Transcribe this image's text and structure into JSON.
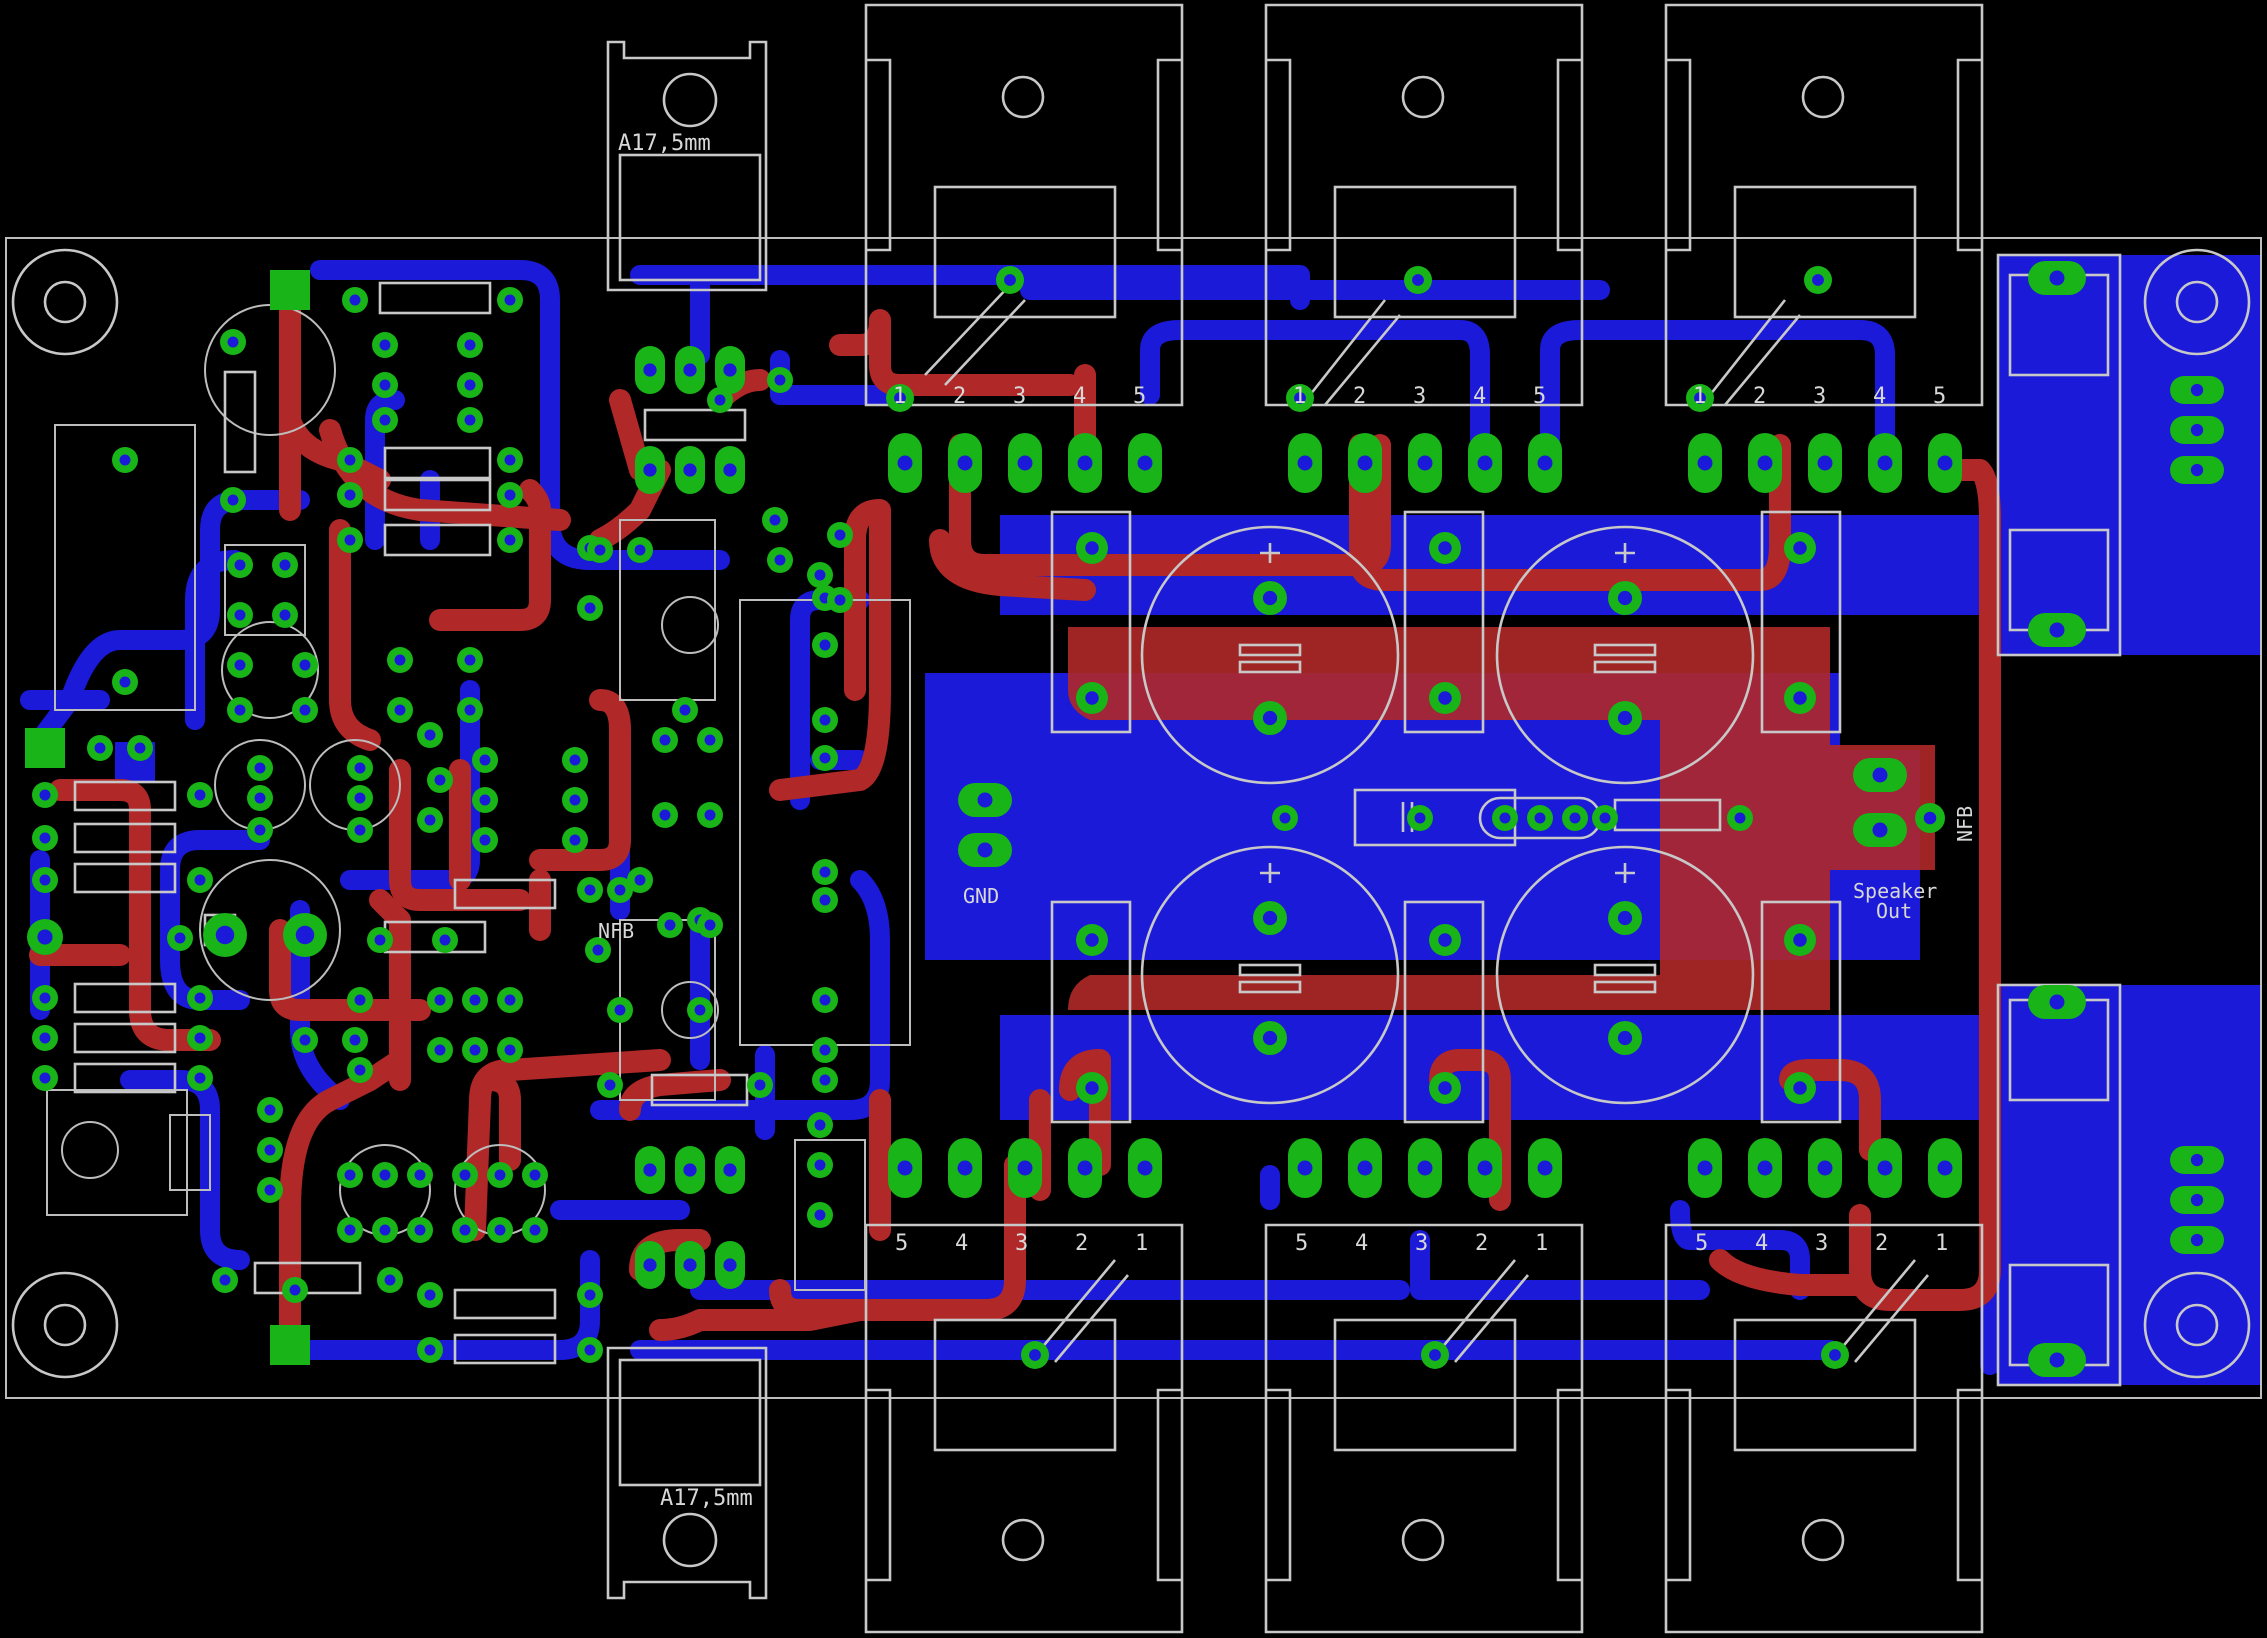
{
  "board": {
    "regulator_labels": [
      "A17,5mm",
      "A17,5mm"
    ],
    "transistor_pin_numbers_top": [
      "1",
      "2",
      "3",
      "4",
      "5"
    ],
    "transistor_pin_numbers_bottom": [
      "5",
      "4",
      "3",
      "2",
      "1"
    ],
    "gnd_label": "GND",
    "nfb_label_center": "NFB",
    "nfb_label_right": "NFB",
    "speaker_label_line1": "Speaker",
    "speaker_label_line2": "Out"
  },
  "colors": {
    "background": "#000000",
    "top_copper": "#b02828",
    "bottom_copper": "#1a1ad8",
    "pads": "#18b418",
    "silkscreen": "#c8c8c8"
  }
}
